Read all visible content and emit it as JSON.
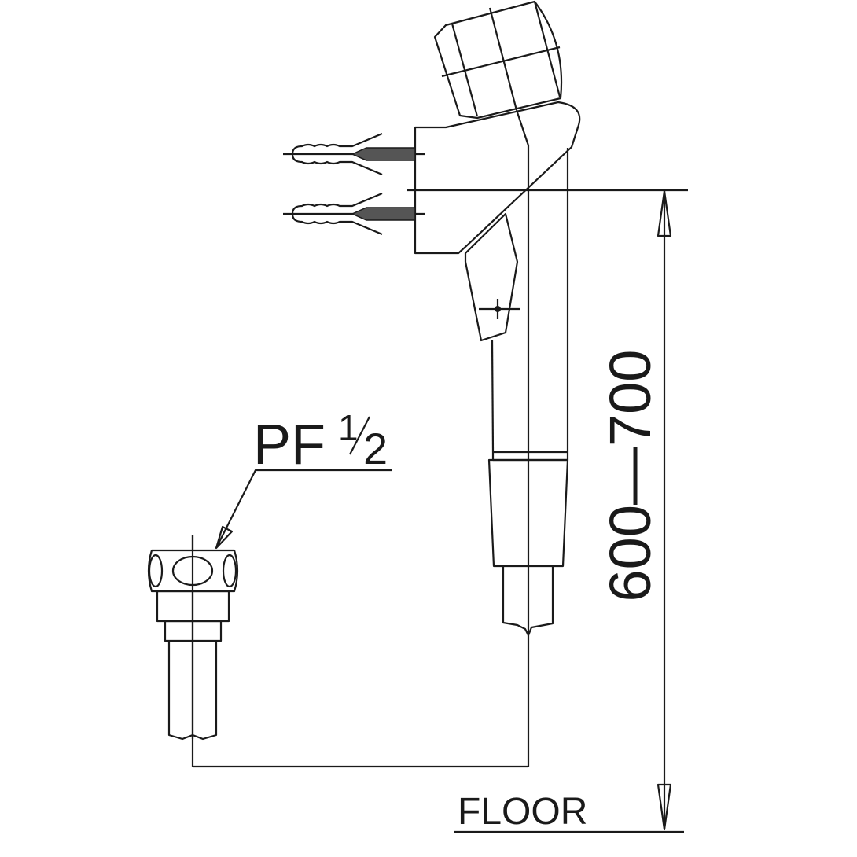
{
  "drawing": {
    "thread_label": "PF",
    "fraction_numerator": "1",
    "fraction_denominator": "2",
    "height_dimension": "600—700",
    "floor_label": "FLOOR"
  },
  "colors": {
    "line": "#1a1a1a",
    "background": "#ffffff"
  }
}
